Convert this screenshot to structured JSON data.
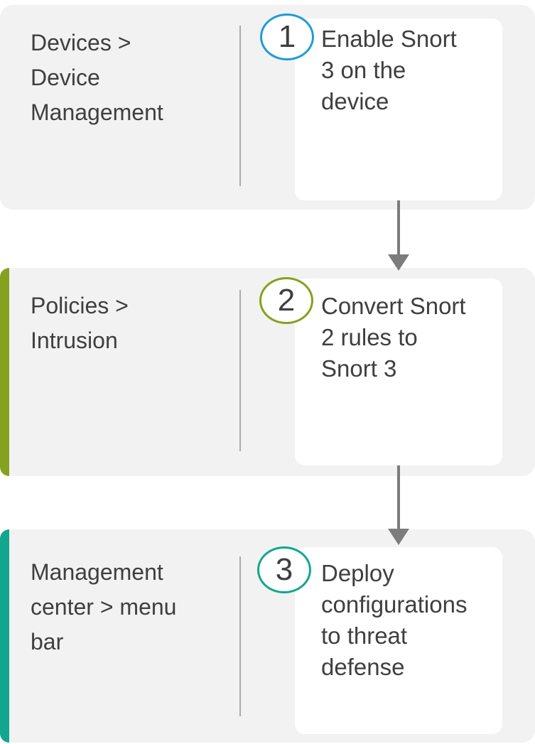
{
  "palette": {
    "band_bg": "#f2f2f2",
    "card_bg": "#ffffff",
    "text": "#3f3f3f",
    "divider": "#ababab",
    "arrow": "#7c7c7c",
    "step1_accent": "#1e9cd7",
    "step2_accent": "#86a01f",
    "step3_accent": "#13a68e"
  },
  "steps": [
    {
      "number": "1",
      "location": "Devices >\nDevice\nManagement",
      "action": "Enable Snort\n3 on the\ndevice"
    },
    {
      "number": "2",
      "location": "Policies >\nIntrusion",
      "action": "Convert Snort\n2 rules to\nSnort 3"
    },
    {
      "number": "3",
      "location": "Management\ncenter > menu\nbar",
      "action": "Deploy\nconfigurations\nto threat\ndefense"
    }
  ]
}
